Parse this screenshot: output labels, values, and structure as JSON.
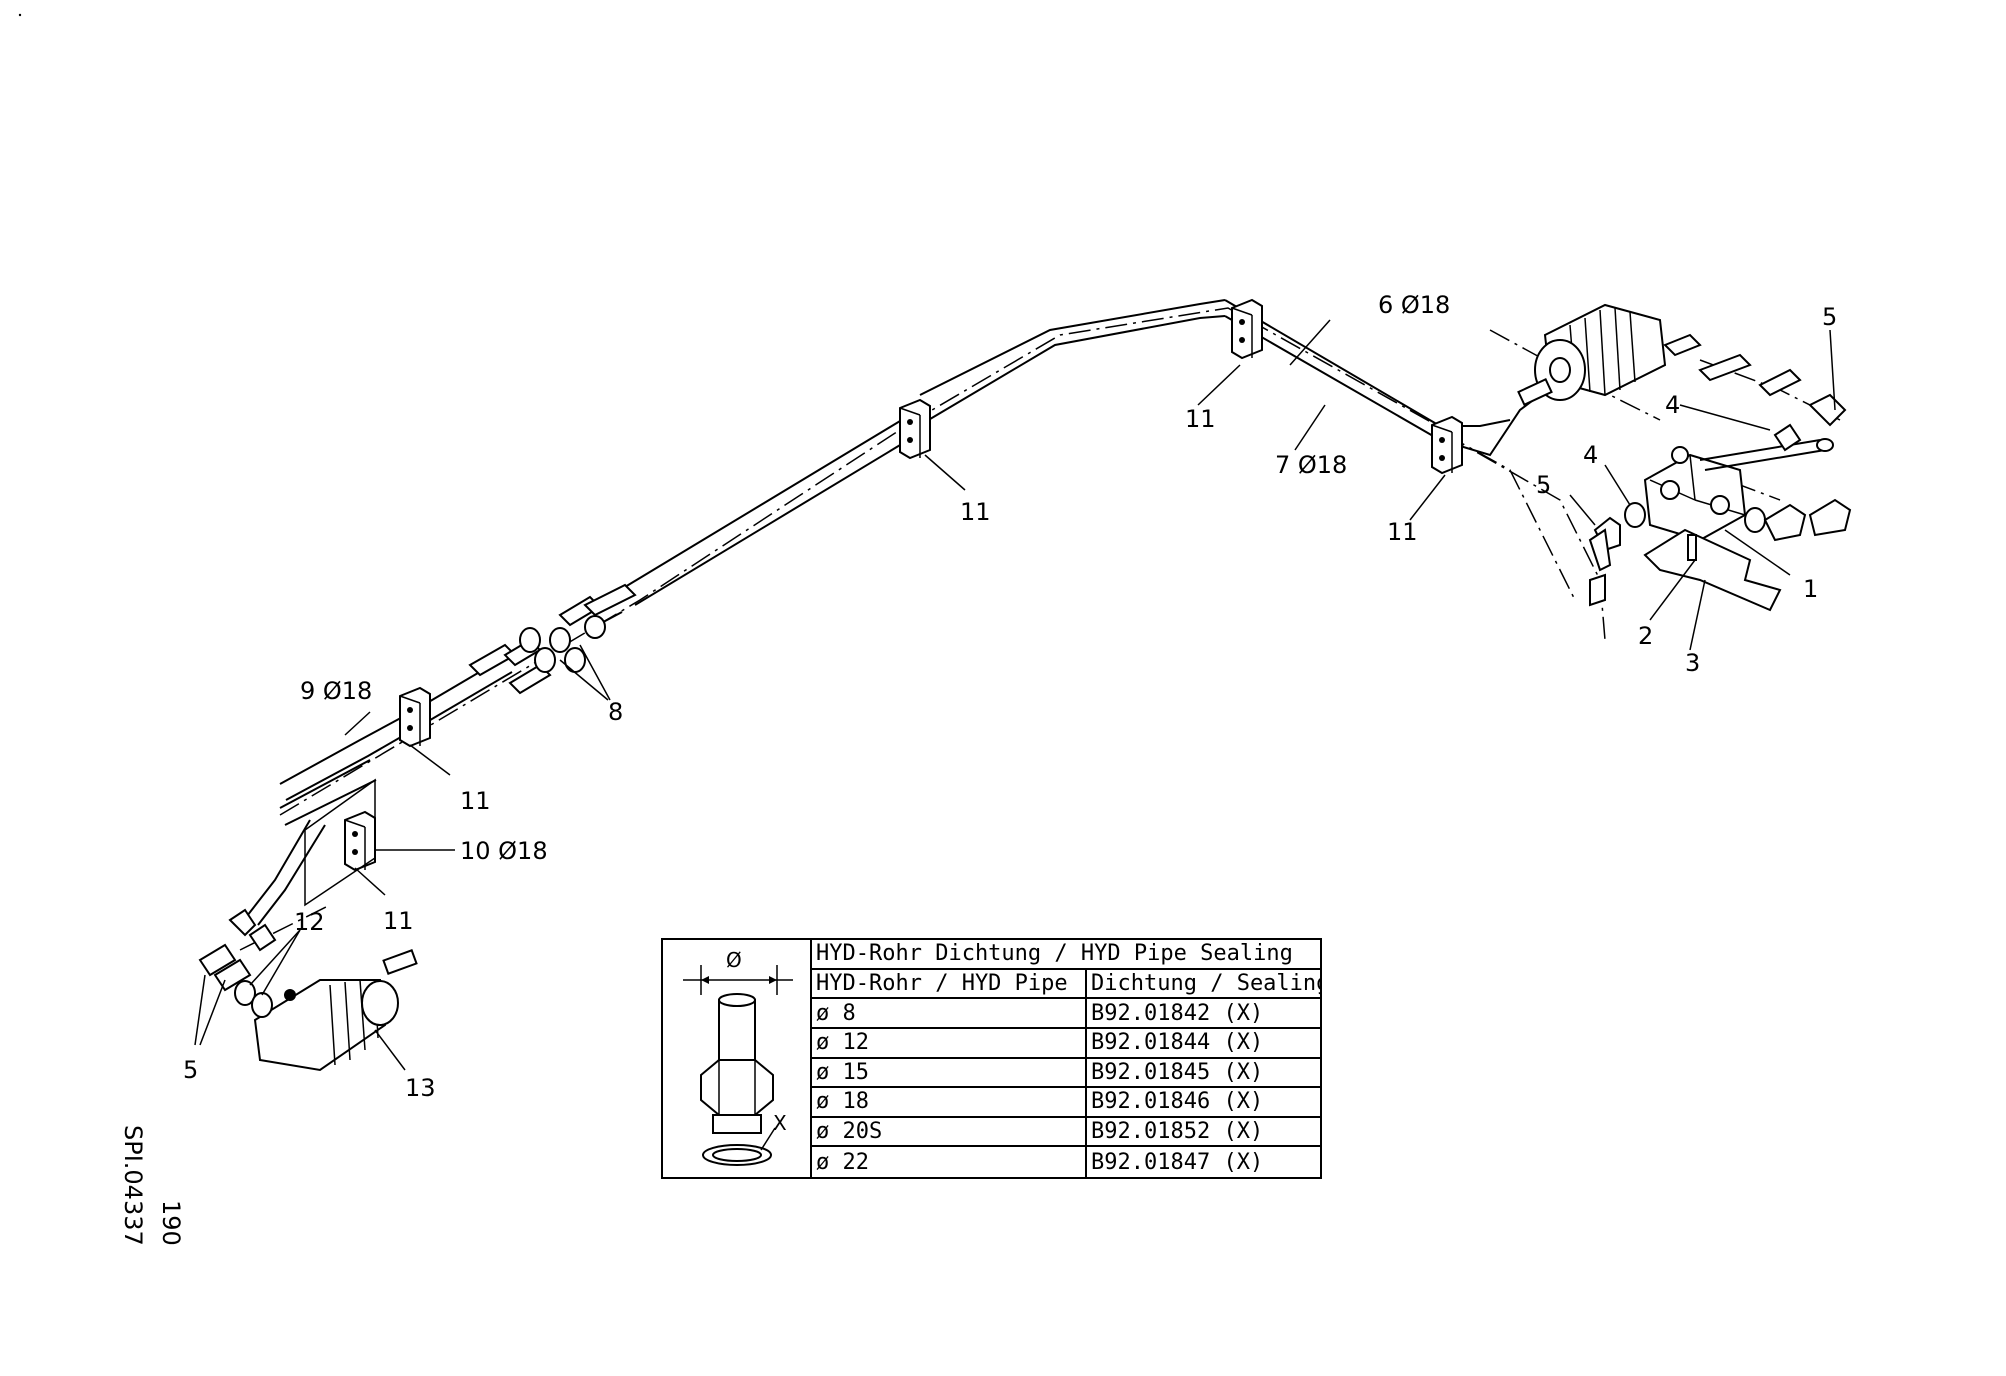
{
  "callouts": {
    "c1": "1",
    "c2": "2",
    "c3": "3",
    "c4a": "4",
    "c4b": "4",
    "c5a": "5",
    "c5b": "5",
    "c5c": "5",
    "c6": "6  Ø18",
    "c7": "7  Ø18",
    "c8": "8",
    "c9": "9  Ø18",
    "c10": "10  Ø18",
    "c11a": "11",
    "c11b": "11",
    "c11c": "11",
    "c11d": "11",
    "c11e": "11",
    "c12": "12",
    "c13": "13"
  },
  "drawing_ref": {
    "code": "SPI.04337",
    "page": "190"
  },
  "seal_table": {
    "figure_symbol": "Ø",
    "figure_marker": "X",
    "title": "HYD-Rohr  Dichtung  /  HYD  Pipe  Sealing",
    "col_pipe": "HYD-Rohr  /  HYD  Pipe",
    "col_seal": "Dichtung  /  Sealing",
    "rows": [
      {
        "pipe": "ø  8",
        "seal": "B92.01842   (X)"
      },
      {
        "pipe": "ø  12",
        "seal": "B92.01844   (X)"
      },
      {
        "pipe": "ø  15",
        "seal": "B92.01845   (X)"
      },
      {
        "pipe": "ø  18",
        "seal": "B92.01846   (X)"
      },
      {
        "pipe": "ø  20S",
        "seal": "B92.01852   (X)"
      },
      {
        "pipe": "ø  22",
        "seal": "B92.01847   (X)"
      }
    ]
  }
}
